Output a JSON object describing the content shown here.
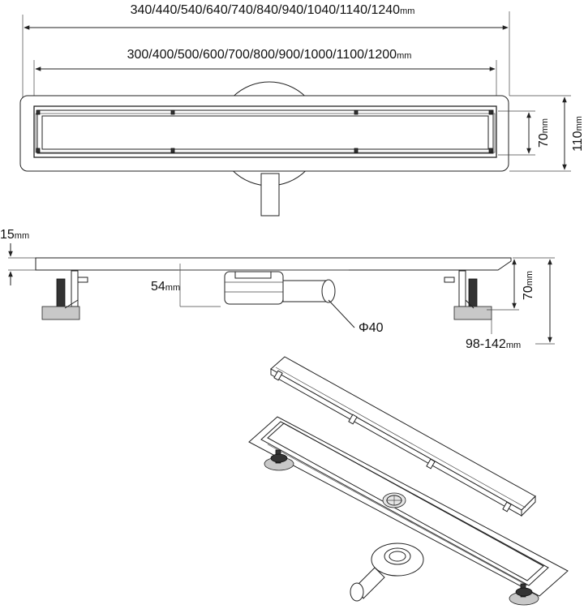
{
  "dimensions": {
    "outer_length": {
      "value": "340/440/540/640/740/840/940/1040/1140/1240",
      "unit": "mm"
    },
    "inner_length": {
      "value": "300/400/500/600/700/800/900/1000/1100/1200",
      "unit": "mm"
    },
    "inner_width": {
      "value": "70",
      "unit": "mm"
    },
    "outer_width": {
      "value": "110",
      "unit": "mm"
    },
    "flange_thickness": {
      "value": "15",
      "unit": "mm"
    },
    "outlet_height": {
      "value": "54",
      "unit": "mm"
    },
    "body_height": {
      "value": "70",
      "unit": "mm"
    },
    "adjustable_height": {
      "value": "98-142",
      "unit": "mm"
    },
    "outlet_diameter": {
      "value": "Φ40"
    }
  }
}
